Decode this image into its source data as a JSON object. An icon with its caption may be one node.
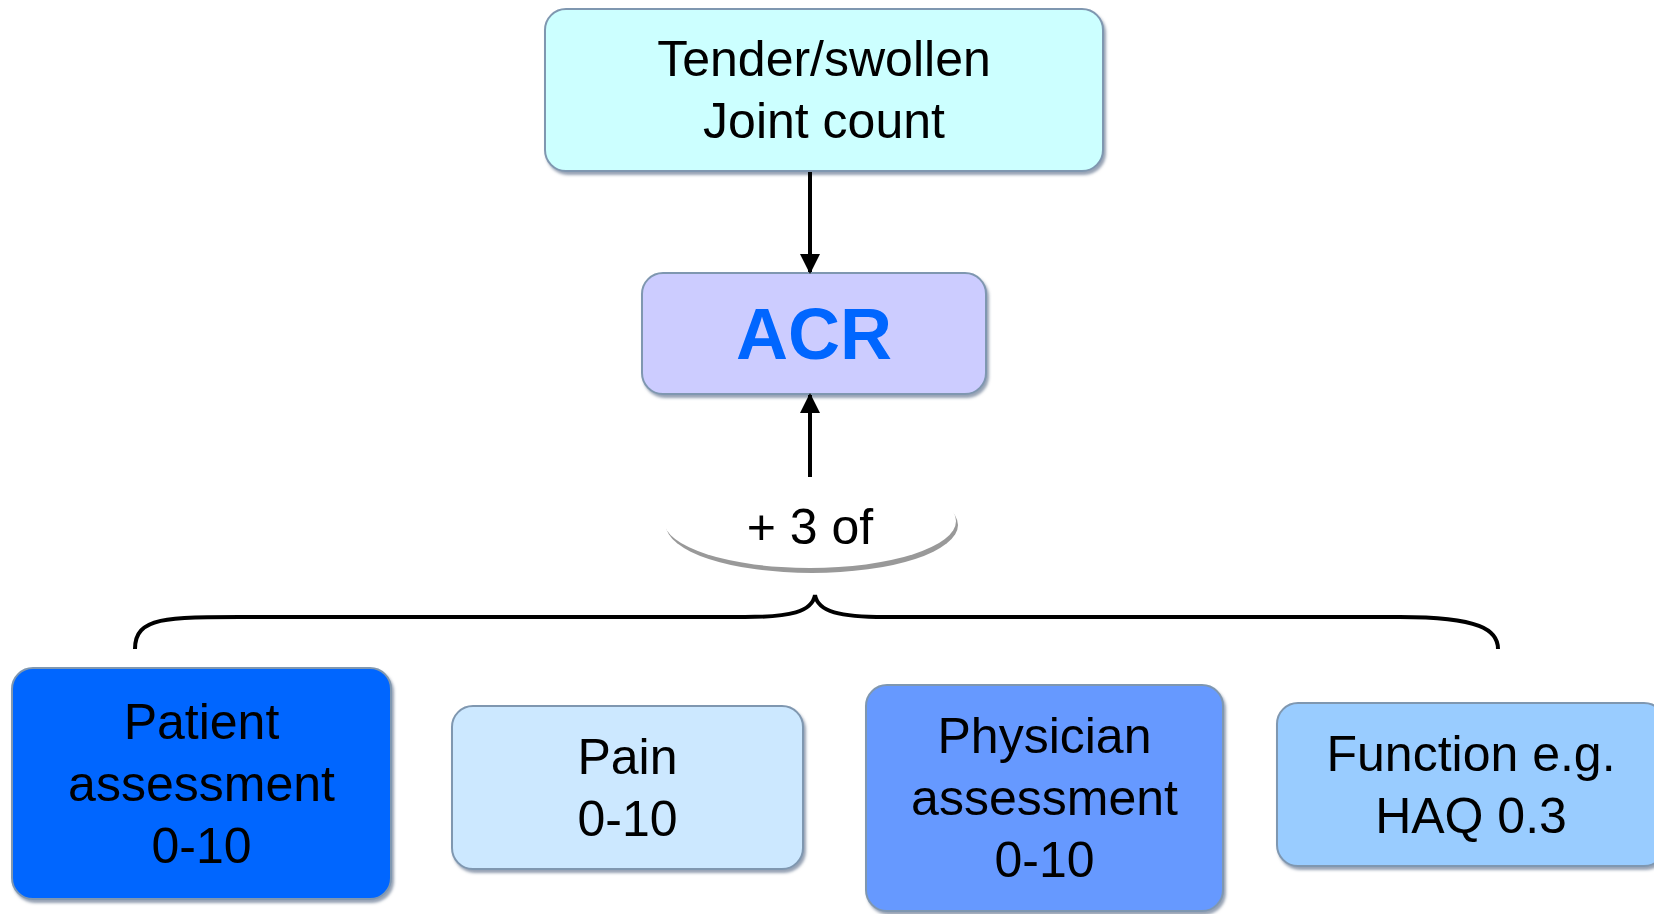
{
  "diagram": {
    "nodes": [
      {
        "text": [
          "Tender/swollen Joint count"
        ]
      },
      {
        "text": [
          "ACR"
        ]
      },
      {
        "text": [
          "+ 3 of"
        ]
      },
      {
        "text": [
          "Patient assessment 0-10"
        ]
      },
      {
        "text": [
          "Pain 0-10"
        ]
      },
      {
        "text": [
          "Physician assessment 0-10"
        ]
      },
      {
        "text": [
          "Function e.g. HAQ 0.3"
        ]
      }
    ],
    "edges": [
      {
        "from": 0,
        "to": 1,
        "arrow": "to"
      },
      {
        "from": 2,
        "to": 1,
        "arrow": "to"
      }
    ]
  }
}
